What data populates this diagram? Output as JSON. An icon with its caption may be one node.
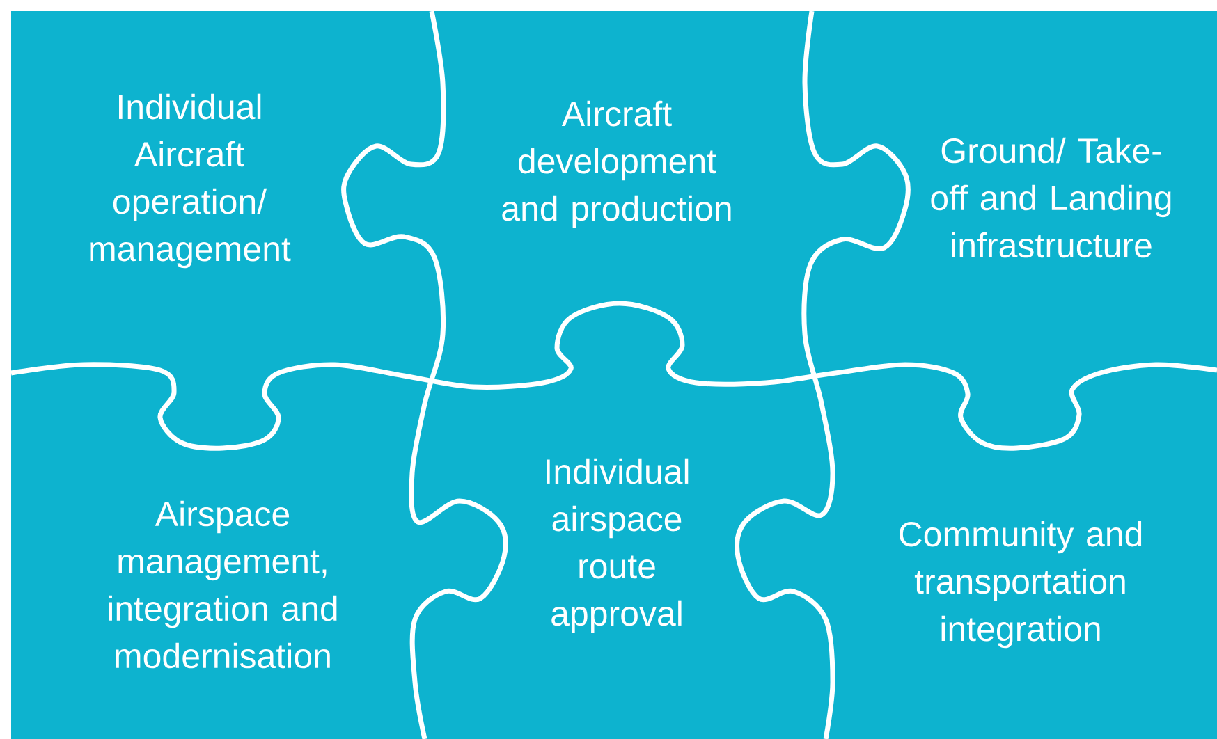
{
  "diagram": {
    "nodes": [
      {
        "text": [
          "Individual Aircraft operation/ management"
        ]
      },
      {
        "text": [
          "Aircraft development and production"
        ]
      },
      {
        "text": [
          "Ground/ Take-off and Landing infrastructure"
        ]
      },
      {
        "text": [
          "Airspace management, integration and modernisation"
        ]
      },
      {
        "text": [
          "Individual airspace route approval"
        ]
      },
      {
        "text": [
          "Community and transportation integration"
        ]
      }
    ]
  }
}
